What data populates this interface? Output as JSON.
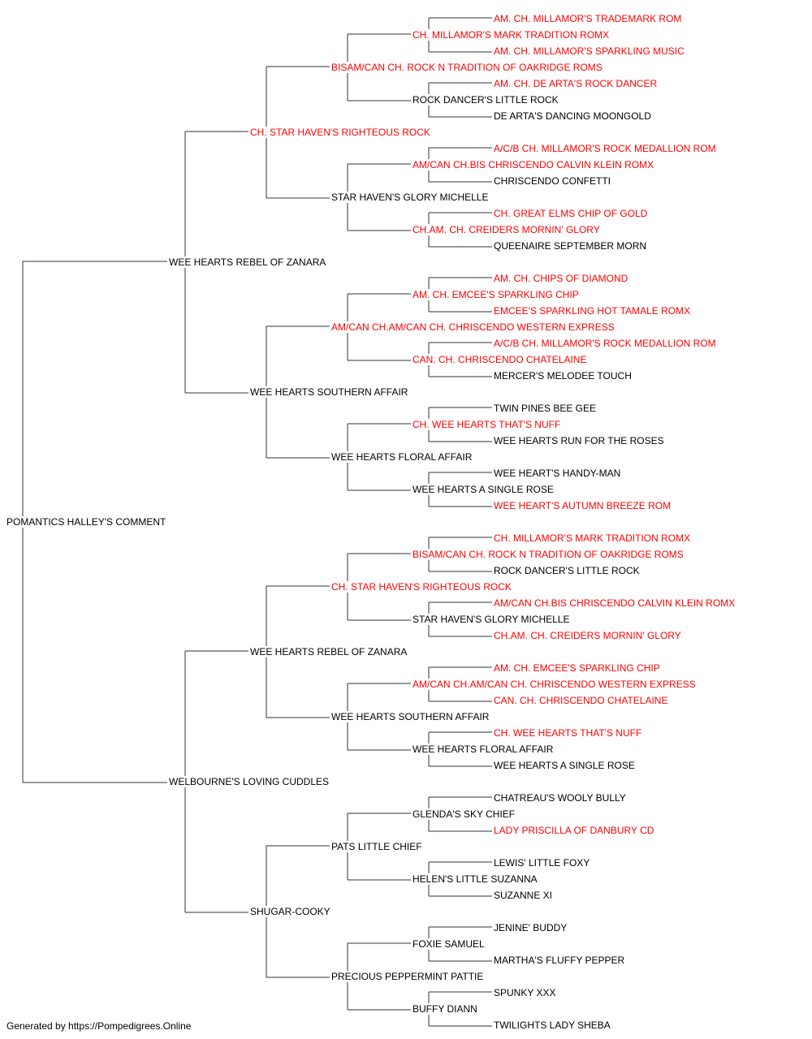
{
  "pedigree": {
    "name": "POMANTICS HALLEY'S COMMENT",
    "red": false,
    "sire": {
      "name": "WEE HEARTS REBEL OF ZANARA",
      "red": false,
      "sire": {
        "name": "CH. STAR HAVEN'S RIGHTEOUS ROCK",
        "red": true,
        "sire": {
          "name": "BISAM/CAN CH. ROCK N TRADITION OF OAKRIDGE ROMS",
          "red": true,
          "sire": {
            "name": "CH. MILLAMOR'S MARK TRADITION ROMX",
            "red": true,
            "sire": {
              "name": "AM. CH. MILLAMOR'S TRADEMARK ROM",
              "red": true
            },
            "dam": {
              "name": "AM. CH. MILLAMOR'S SPARKLING MUSIC",
              "red": true
            }
          },
          "dam": {
            "name": "ROCK DANCER'S LITTLE ROCK",
            "red": false,
            "sire": {
              "name": "AM. CH. DE ARTA'S ROCK DANCER",
              "red": true
            },
            "dam": {
              "name": "DE ARTA'S DANCING MOONGOLD",
              "red": false
            }
          }
        },
        "dam": {
          "name": "STAR HAVEN'S GLORY MICHELLE",
          "red": false,
          "sire": {
            "name": "AM/CAN CH.BIS CHRISCENDO CALVIN KLEIN ROMX",
            "red": true,
            "sire": {
              "name": "A/C/B CH. MILLAMOR'S ROCK MEDALLION ROM",
              "red": true
            },
            "dam": {
              "name": "CHRISCENDO CONFETTI",
              "red": false
            }
          },
          "dam": {
            "name": "CH.AM. CH. CREIDERS MORNIN' GLORY",
            "red": true,
            "sire": {
              "name": "CH. GREAT ELMS CHIP OF GOLD",
              "red": true
            },
            "dam": {
              "name": "QUEENAIRE SEPTEMBER MORN",
              "red": false
            }
          }
        }
      },
      "dam": {
        "name": "WEE HEARTS SOUTHERN AFFAIR",
        "red": false,
        "sire": {
          "name": "AM/CAN CH.AM/CAN CH. CHRISCENDO WESTERN EXPRESS",
          "red": true,
          "sire": {
            "name": "AM. CH. EMCEE'S SPARKLING CHIP",
            "red": true,
            "sire": {
              "name": "AM. CH. CHIPS OF DIAMOND",
              "red": true
            },
            "dam": {
              "name": "EMCEE'S SPARKLING HOT TAMALE ROMX",
              "red": true
            }
          },
          "dam": {
            "name": "CAN. CH. CHRISCENDO CHATELAINE",
            "red": true,
            "sire": {
              "name": "A/C/B CH. MILLAMOR'S ROCK MEDALLION ROM",
              "red": true
            },
            "dam": {
              "name": "MERCER'S MELODEE TOUCH",
              "red": false
            }
          }
        },
        "dam": {
          "name": "WEE HEARTS FLORAL AFFAIR",
          "red": false,
          "sire": {
            "name": "CH. WEE HEARTS THAT'S NUFF",
            "red": true,
            "sire": {
              "name": "TWIN PINES BEE GEE",
              "red": false
            },
            "dam": {
              "name": "WEE HEARTS RUN FOR THE ROSES",
              "red": false
            }
          },
          "dam": {
            "name": "WEE HEARTS A SINGLE ROSE",
            "red": false,
            "sire": {
              "name": "WEE HEART'S HANDY-MAN",
              "red": false
            },
            "dam": {
              "name": "WEE HEART'S AUTUMN BREEZE ROM",
              "red": true
            }
          }
        }
      }
    },
    "dam": {
      "name": "WELBOURNE'S LOVING CUDDLES",
      "red": false,
      "sire": {
        "name": "WEE HEARTS REBEL OF ZANARA",
        "red": false,
        "sire": {
          "name": "CH. STAR HAVEN'S RIGHTEOUS ROCK",
          "red": true,
          "sire": {
            "name": "BISAM/CAN CH. ROCK N TRADITION OF OAKRIDGE ROMS",
            "red": true,
            "sire": {
              "name": "CH. MILLAMOR'S MARK TRADITION ROMX",
              "red": true
            },
            "dam": {
              "name": "ROCK DANCER'S LITTLE ROCK",
              "red": false
            }
          },
          "dam": {
            "name": "STAR HAVEN'S GLORY MICHELLE",
            "red": false,
            "sire": {
              "name": "AM/CAN CH.BIS CHRISCENDO CALVIN KLEIN ROMX",
              "red": true
            },
            "dam": {
              "name": "CH.AM. CH. CREIDERS MORNIN' GLORY",
              "red": true
            }
          }
        },
        "dam": {
          "name": "WEE HEARTS SOUTHERN AFFAIR",
          "red": false,
          "sire": {
            "name": "AM/CAN CH.AM/CAN CH. CHRISCENDO WESTERN EXPRESS",
            "red": true,
            "sire": {
              "name": "AM. CH. EMCEE'S SPARKLING CHIP",
              "red": true
            },
            "dam": {
              "name": "CAN. CH. CHRISCENDO CHATELAINE",
              "red": true
            }
          },
          "dam": {
            "name": "WEE HEARTS FLORAL AFFAIR",
            "red": false,
            "sire": {
              "name": "CH. WEE HEARTS THAT'S NUFF",
              "red": true
            },
            "dam": {
              "name": "WEE HEARTS A SINGLE ROSE",
              "red": false
            }
          }
        }
      },
      "dam": {
        "name": "SHUGAR-COOKY",
        "red": false,
        "sire": {
          "name": "PATS LITTLE CHIEF",
          "red": false,
          "sire": {
            "name": "GLENDA'S SKY CHIEF",
            "red": false,
            "sire": {
              "name": "CHATREAU'S WOOLY BULLY",
              "red": false
            },
            "dam": {
              "name": "LADY PRISCILLA OF DANBURY CD",
              "red": true
            }
          },
          "dam": {
            "name": "HELEN'S LITTLE SUZANNA",
            "red": false,
            "sire": {
              "name": "LEWIS' LITTLE FOXY",
              "red": false
            },
            "dam": {
              "name": "SUZANNE XI",
              "red": false
            }
          }
        },
        "dam": {
          "name": "PRECIOUS PEPPERMINT PATTIE",
          "red": false,
          "sire": {
            "name": "FOXIE SAMUEL",
            "red": false,
            "sire": {
              "name": "JENINE' BUDDY",
              "red": false
            },
            "dam": {
              "name": "MARTHA'S FLUFFY PEPPER",
              "red": false
            }
          },
          "dam": {
            "name": "BUFFY DIANN",
            "red": false,
            "sire": {
              "name": "SPUNKY XXX",
              "red": false
            },
            "dam": {
              "name": "TWILIGHTS LADY SHEBA",
              "red": false
            }
          }
        }
      }
    }
  },
  "colors": {
    "champion": "#ff0000",
    "normal": "#000000",
    "line": "#333333"
  },
  "footer": "Generated by https://Pompedigrees.Online"
}
